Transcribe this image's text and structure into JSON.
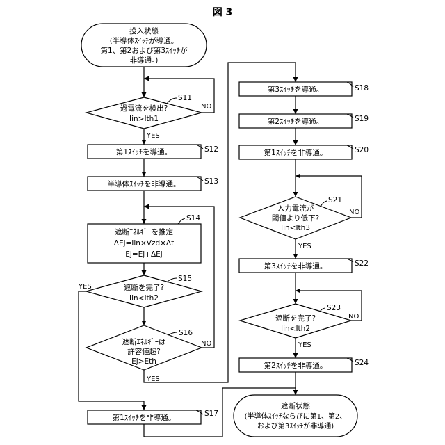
{
  "figure_title": "図 3",
  "start_terminal": {
    "lines": [
      "投入状態",
      "(半導体ｽｲｯﾁが導通。",
      "第1、第2および第3ｽｲｯﾁが",
      "非導通。)"
    ]
  },
  "steps": {
    "s11": {
      "id": "S11",
      "lines": [
        "過電流を検出?",
        "Iin>Ith1"
      ]
    },
    "s12": {
      "id": "S12",
      "text": "第1ｽｲｯﾁを導通。"
    },
    "s13": {
      "id": "S13",
      "text": "半導体ｽｲｯﾁを非導通。"
    },
    "s14": {
      "id": "S14",
      "lines": [
        "遮断ｴﾈﾙｷﾞｰを推定",
        "ΔEj=Iin×Vzd×Δt",
        "Ej=Ej+ΔEj"
      ]
    },
    "s15": {
      "id": "S15",
      "lines": [
        "遮断を完了?",
        "Iin<Ith2"
      ]
    },
    "s16": {
      "id": "S16",
      "lines": [
        "遮断ｴﾈﾙｷﾞｰは",
        "許容値超?",
        "Ej>Eth"
      ]
    },
    "s17": {
      "id": "S17",
      "text": "第1ｽｲｯﾁを非導通。"
    },
    "s18": {
      "id": "S18",
      "text": "第3ｽｲｯﾁを導通。"
    },
    "s19": {
      "id": "S19",
      "text": "第2ｽｲｯﾁを導通。"
    },
    "s20": {
      "id": "S20",
      "text": "第1ｽｲｯﾁを非導通。"
    },
    "s21": {
      "id": "S21",
      "lines": [
        "入力電流が",
        "閾値より低下?",
        "Iin<Ith3"
      ]
    },
    "s22": {
      "id": "S22",
      "text": "第3ｽｲｯﾁを非導通。"
    },
    "s23": {
      "id": "S23",
      "lines": [
        "遮断を完了?",
        "Iin<Ith2"
      ]
    },
    "s24": {
      "id": "S24",
      "text": "第2ｽｲｯﾁを非導通。"
    }
  },
  "branch": {
    "yes": "YES",
    "no": "NO"
  },
  "end_terminal": {
    "lines": [
      "遮断状態",
      "(半導体ｽｲｯﾁならびに第1、第2、",
      "および第3ｽｲｯﾁが非導通)"
    ]
  }
}
